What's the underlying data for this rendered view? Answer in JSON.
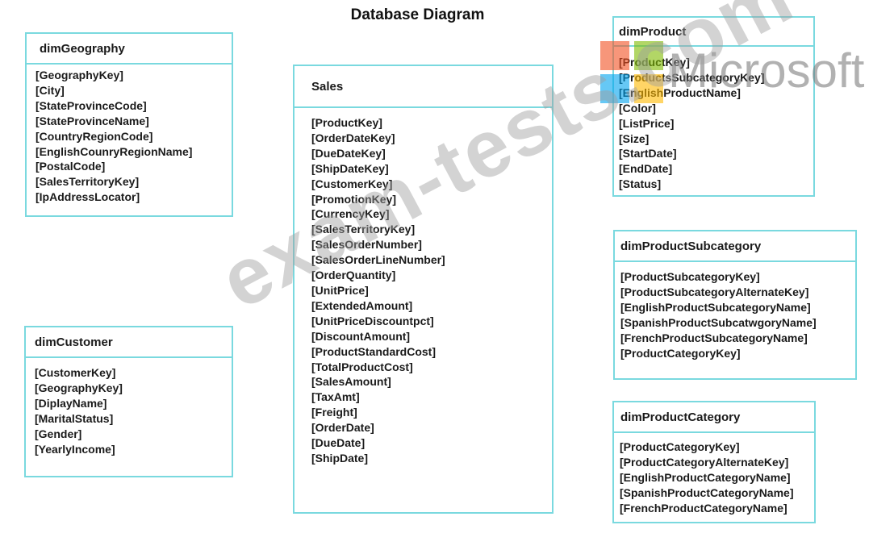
{
  "title": "Database Diagram",
  "tables": {
    "dimGeography": {
      "name": "dimGeography",
      "fields": [
        "[GeographyKey]",
        "[City]",
        "[StateProvinceCode]",
        "[StateProvinceName]",
        "[CountryRegionCode]",
        "[EnglishCounryRegionName]",
        "[PostalCode]",
        "[SalesTerritoryKey]",
        "[IpAddressLocator]"
      ]
    },
    "dimCustomer": {
      "name": "dimCustomer",
      "fields": [
        "[CustomerKey]",
        "[GeographyKey]",
        "[DiplayName]",
        "[MaritalStatus]",
        "[Gender]",
        "[YearlyIncome]"
      ]
    },
    "Sales": {
      "name": "Sales",
      "fields": [
        "[ProductKey]",
        "[OrderDateKey]",
        "[DueDateKey]",
        "[ShipDateKey]",
        "[CustomerKey]",
        "[PromotionKey]",
        "[CurrencyKey]",
        "[SalesTerritoryKey]",
        "[SalesOrderNumber]",
        "[SalesOrderLineNumber]",
        "[OrderQuantity]",
        "[UnitPrice]",
        "[ExtendedAmount]",
        "[UnitPriceDiscountpct]",
        "[DiscountAmount]",
        "[ProductStandardCost]",
        "[TotalProductCost]",
        "[SalesAmount]",
        "[TaxAmt]",
        "[Freight]",
        "[OrderDate]",
        "[DueDate]",
        "[ShipDate]"
      ]
    },
    "dimProduct": {
      "name": "dimProduct",
      "fields": [
        "[ProductKey]",
        "[ProductsSubcategoryKey]",
        "[EnglishProductName]",
        "[Color]",
        "[ListPrice]",
        "[Size]",
        "[StartDate]",
        "[EndDate]",
        "[Status]"
      ]
    },
    "dimProductSubcategory": {
      "name": "dimProductSubcategory",
      "fields": [
        "[ProductSubcategoryKey]",
        "[ProductSubcategoryAlternateKey]",
        "[EnglishProductSubcategoryName]",
        "[SpanishProductSubcatwgoryName]",
        "[FrenchProductSubcategoryName]",
        "[ProductCategoryKey]"
      ]
    },
    "dimProductCategory": {
      "name": "dimProductCategory",
      "fields": [
        "[ProductCategoryKey]",
        "[ProductCategoryAlternateKey]",
        "[EnglishProductCategoryName]",
        "[SpanishProductCategoryName]",
        "[FrenchProductCategoryName]"
      ]
    }
  },
  "logo": {
    "text": "Microsoft",
    "colors": [
      "#f25022",
      "#7fba00",
      "#00a4ef",
      "#ffb900"
    ]
  },
  "watermark": "exam-tests.com",
  "colors": {
    "table_border": "#7ad9df"
  }
}
